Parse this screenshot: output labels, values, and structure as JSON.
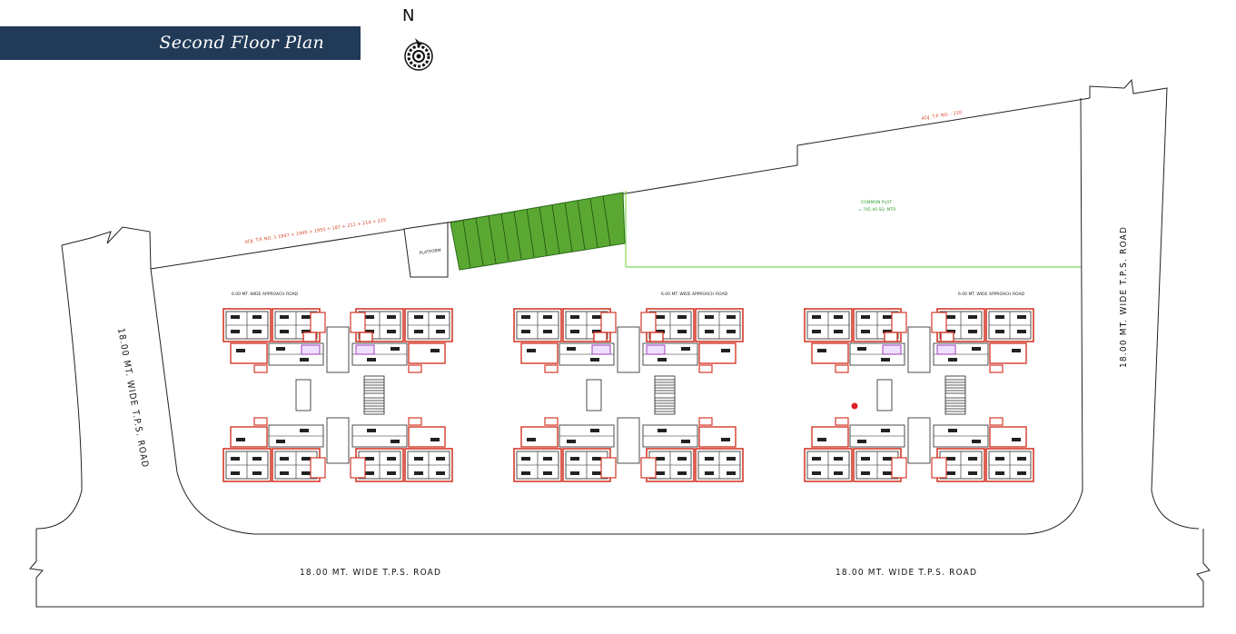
{
  "title": "Second Floor Plan",
  "north": "N",
  "roads": {
    "left": "18.00 MT. WIDE T.P.S. ROAD",
    "right": "18.00 MT. WIDE T.P.S. ROAD",
    "bottom_left": "18.00 MT. WIDE T.P.S. ROAD",
    "bottom_right": "18.00 MT. WIDE T.P.S. ROAD"
  },
  "approach_roads": [
    "6.00 MT. WIDE APPROACH ROAD",
    "6.00 MT. WIDE APPROACH ROAD",
    "6.00 MT. WIDE APPROACH ROAD"
  ],
  "boundary_notes": {
    "left": "ADJ. T.P. NO. 1 1947 + 1949 + 1950 + 187 + 211 + 214 + 215",
    "right": "ADJ. T.P. NO. - 210"
  },
  "common_plot": {
    "label": "COMMON PLOT",
    "area": "= 745.40 SQ. MTR."
  },
  "platform": "PLATFORM",
  "colors": {
    "banner": "#213a57",
    "wall_red": "#d43a2a",
    "plot_green": "#5aa832",
    "boundary_green": "#7ed957"
  }
}
